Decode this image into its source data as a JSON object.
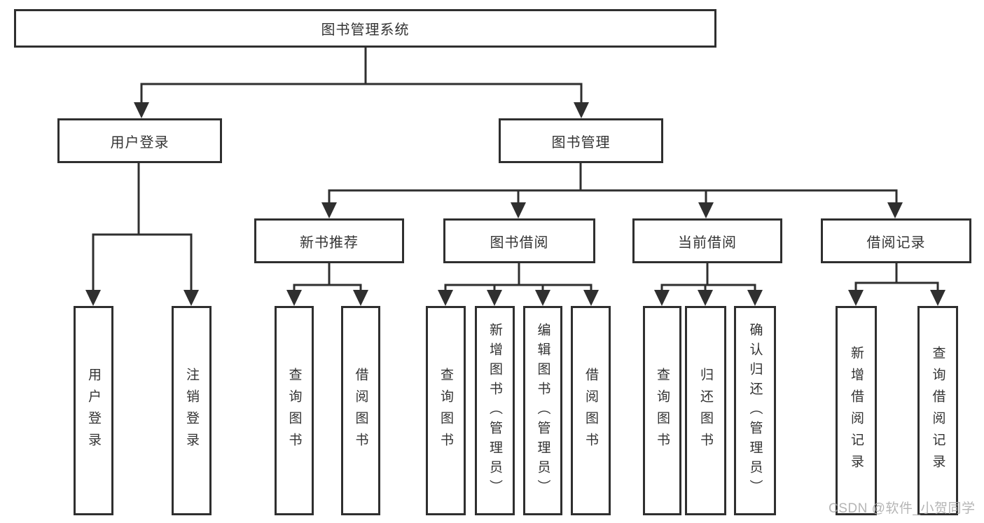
{
  "diagram": {
    "root": "图书管理系统",
    "level2": {
      "user_login": "用户登录",
      "book_management": "图书管理"
    },
    "level3": {
      "new_book_recommend": "新书推荐",
      "book_borrow": "图书借阅",
      "current_borrow": "当前借阅",
      "borrow_records": "借阅记录"
    },
    "leaves": {
      "user_login": [
        "用户登录",
        "注销登录"
      ],
      "new_book_recommend": [
        "查询图书",
        "借阅图书"
      ],
      "book_borrow": [
        "查询图书",
        "新增图书（管理员）",
        "编辑图书（管理员）",
        "借阅图书"
      ],
      "current_borrow": [
        "查询图书",
        "归还图书",
        "确认归还（管理员）"
      ],
      "borrow_records": [
        "新增借阅记录",
        "查询借阅记录"
      ]
    }
  },
  "watermark": "CSDN @软件_小贺同学",
  "colors": {
    "line": "#2f2f2f",
    "text": "#333333",
    "watermark": "#a9a9a9"
  }
}
